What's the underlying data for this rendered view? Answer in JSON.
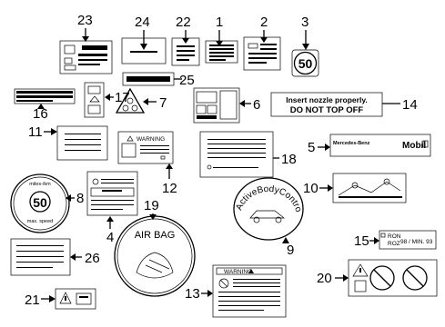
{
  "labels": {
    "l1": "1",
    "l2": "2",
    "l3": "3",
    "l4": "4",
    "l5": "5",
    "l6": "6",
    "l7": "7",
    "l8": "8",
    "l9": "9",
    "l10": "10",
    "l11": "11",
    "l12": "12",
    "l13": "13",
    "l14": "14",
    "l15": "15",
    "l16": "16",
    "l17": "17",
    "l18": "18",
    "l19": "19",
    "l20": "20",
    "l21": "21",
    "l22": "22",
    "l23": "23",
    "l24": "24",
    "l25": "25",
    "l26": "26"
  },
  "decals": {
    "speed_limit_small": "50",
    "speed_limit_large": "50",
    "speed_ring_top": "miles-/km",
    "speed_ring_bottom": "max. speed",
    "nozzle_line1": "Insert nozzle properly.",
    "nozzle_line2": "DO NOT TOP OFF",
    "brand_left": "Mercedes-Benz",
    "brand_right": "Mobil",
    "warning_12": "WARNING",
    "warning_13": "WARNING",
    "airbag": "AIR BAG",
    "active_body_control": "ActiveBodyControl",
    "fuel_ron": "RON",
    "fuel_roz": "ROZ",
    "fuel_min": "98 / MIN. 93"
  }
}
